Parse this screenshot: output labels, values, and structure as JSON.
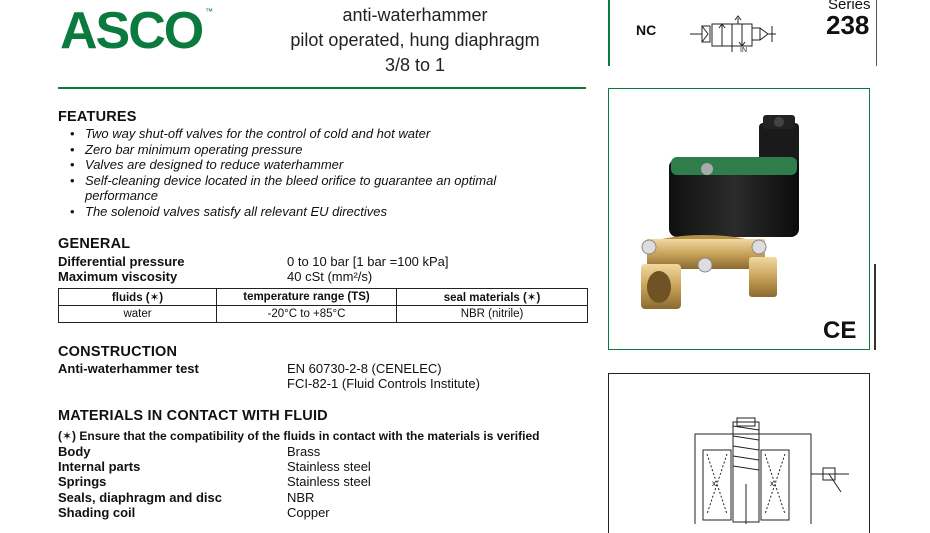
{
  "logo_text": "ASCO",
  "header": {
    "title_lines": [
      "anti-waterhammer",
      "pilot operated, hung diaphragm",
      "3/8 to 1"
    ],
    "nc_label": "NC",
    "symbol_in_label": "IN",
    "series_label": "Series",
    "series_number": "238"
  },
  "features": {
    "heading": "FEATURES",
    "items": [
      "Two way shut-off valves for the control of cold and hot water",
      "Zero bar minimum operating pressure",
      "Valves are designed to reduce waterhammer",
      "Self-cleaning device located in the bleed orifice to guarantee an optimal performance",
      "The solenoid valves satisfy all relevant EU directives"
    ]
  },
  "general": {
    "heading": "GENERAL",
    "rows": [
      {
        "label": "Differential pressure",
        "value": "0 to 10 bar  [1 bar =100 kPa]"
      },
      {
        "label": "Maximum viscosity",
        "value": "40 cSt (mm²/s)"
      }
    ],
    "table": {
      "headers": [
        "fluids (✶)",
        "temperature range (TS)",
        "seal materials (✶)"
      ],
      "rows": [
        [
          "water",
          "-20°C to +85°C",
          "NBR (nitrile)"
        ]
      ]
    }
  },
  "construction": {
    "heading": "CONSTRUCTION",
    "label": "Anti-waterhammer test",
    "values": [
      "EN 60730-2-8 (CENELEC)",
      "FCI-82-1 (Fluid Controls Institute)"
    ]
  },
  "materials": {
    "heading": "MATERIALS IN CONTACT WITH FLUID",
    "note": "(✶)  Ensure that the compatibility of the fluids in contact with the materials is verified",
    "rows": [
      {
        "label": "Body",
        "value": "Brass"
      },
      {
        "label": "Internal parts",
        "value": "Stainless steel"
      },
      {
        "label": "Springs",
        "value": "Stainless steel"
      },
      {
        "label": "Seals, diaphragm and disc",
        "value": "NBR"
      },
      {
        "label": "Shading coil",
        "value": "Copper"
      }
    ]
  },
  "ce_mark": "CE",
  "colors": {
    "brand_green": "#0a7a3f",
    "brass": "#c9a25a",
    "coil_black": "#1a1a1a",
    "coil_green": "#2e7d4a"
  }
}
